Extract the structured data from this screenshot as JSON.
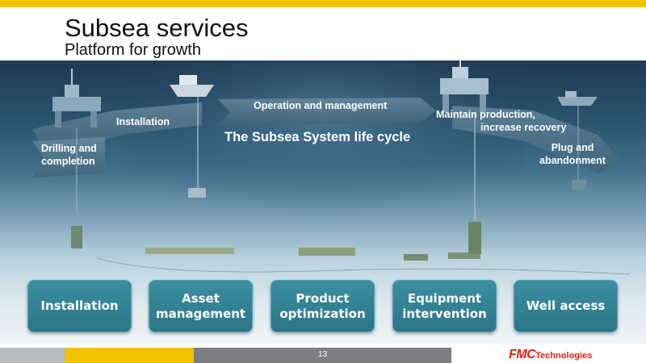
{
  "slide": {
    "title": "Subsea services",
    "subtitle": "Platform for growth"
  },
  "diagram": {
    "cycle_title": "The Subsea System life cycle",
    "stages": {
      "drilling": "Drilling and\ncompletion",
      "installation": "Installation",
      "operation": "Operation and management",
      "maintain_line1": "Maintain production,",
      "maintain_line2": "increase recovery",
      "plug": "Plug and\nabandonment"
    }
  },
  "services": [
    {
      "label": "Installation"
    },
    {
      "label": "Asset\nmanagement"
    },
    {
      "label": "Product\noptimization"
    },
    {
      "label": "Equipment\nintervention"
    },
    {
      "label": "Well access"
    }
  ],
  "footer": {
    "page_number": "13",
    "logo_brand": "FMC",
    "logo_suffix": "Technologies"
  },
  "colors": {
    "accent_yellow": "#f2c200",
    "service_teal": "#2c7688",
    "logo_red": "#e2231a"
  }
}
